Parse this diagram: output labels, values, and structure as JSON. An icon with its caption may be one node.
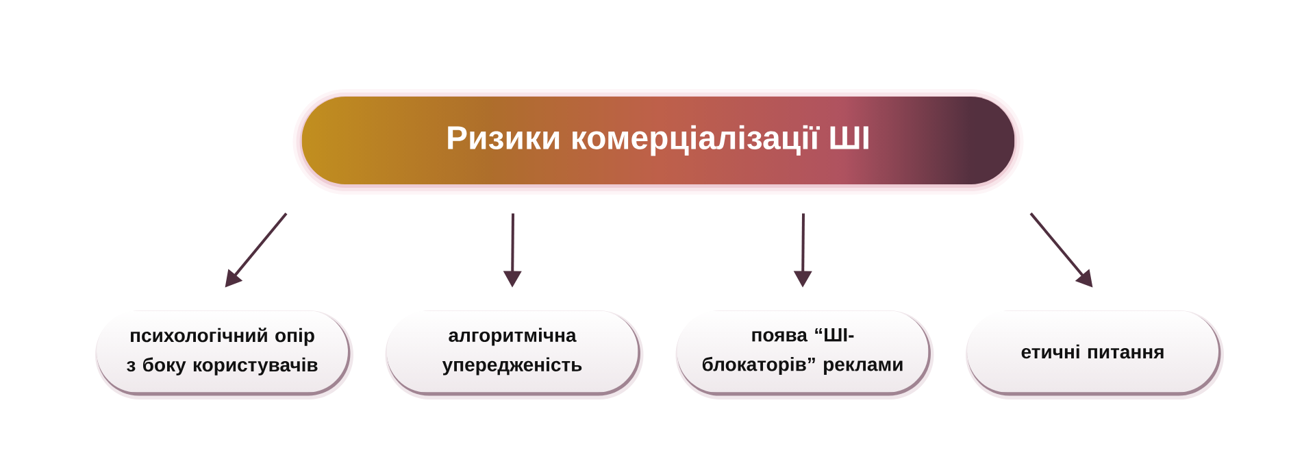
{
  "diagram": {
    "nodes": [
      {
        "text": [
          "Ризики комерціалізації ШІ"
        ]
      },
      {
        "text": [
          "психологічний опір з боку користувачів"
        ]
      },
      {
        "text": [
          "алгоритмічна упередженість"
        ]
      },
      {
        "text": [
          "поява “ШІ-блокаторів” реклами"
        ]
      },
      {
        "text": [
          "етичні питання"
        ]
      }
    ],
    "edges": [
      {
        "from": 0,
        "to": 1,
        "arrow": "to"
      },
      {
        "from": 0,
        "to": 2,
        "arrow": "to"
      },
      {
        "from": 0,
        "to": 3,
        "arrow": "to"
      },
      {
        "from": 0,
        "to": 4,
        "arrow": "to"
      }
    ]
  }
}
